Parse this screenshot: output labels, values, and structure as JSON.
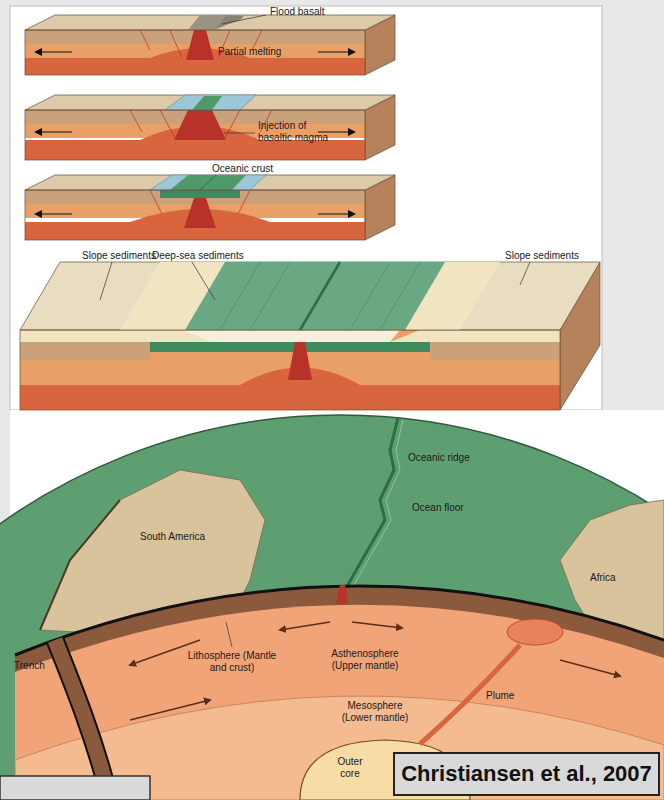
{
  "diagram": {
    "nodes": [
      {
        "text": [
          "Christiansen et al., 2007"
        ]
      }
    ],
    "labels": [
      "Flood basalt",
      "Partial melting",
      "Injection of basaltic magma",
      "Oceanic crust",
      "Slope sediments",
      "Deep-sea sediments",
      "Slope sediments",
      "Oceanic ridge",
      "Ocean floor",
      "South America",
      "Africa",
      "Trench",
      "Asthenosphere (Upper mantle)",
      "Lithosphere (Mantle and crust)",
      "Mesosphere (Lower mantle)",
      "Plume",
      "Outer core"
    ]
  }
}
